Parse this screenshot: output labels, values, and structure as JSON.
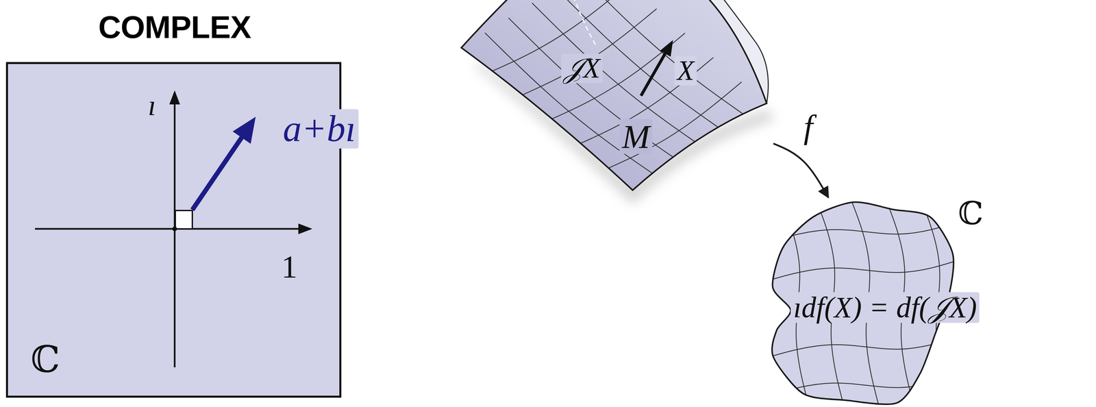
{
  "diagram": {
    "title": "COMPLEX",
    "nodes": [
      {
        "text": [
          "ℂ"
        ]
      },
      {
        "text": [
          "M"
        ]
      },
      {
        "text": [
          "ℂ",
          "ıdf(X) = df(𝒥X)"
        ]
      }
    ],
    "edges": [
      {
        "from": 1,
        "to": 2,
        "arrow": "to",
        "label": "f"
      }
    ],
    "labels": [
      "ı",
      "a+bı",
      "1",
      "𝒥X",
      "X"
    ]
  }
}
